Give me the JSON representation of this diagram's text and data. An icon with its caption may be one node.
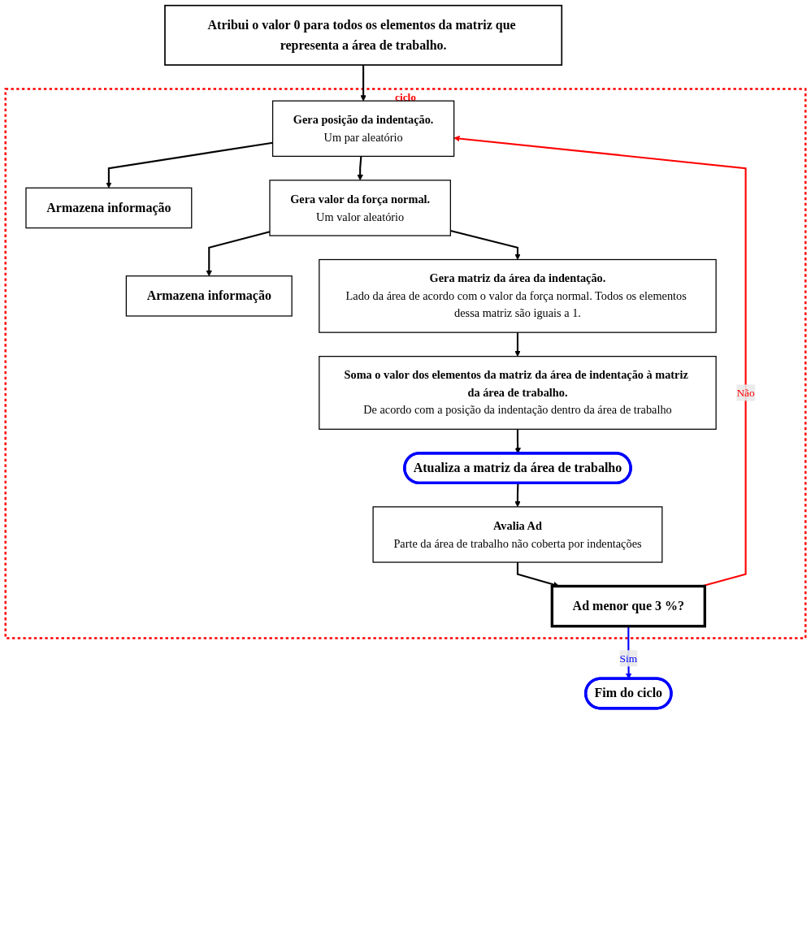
{
  "diagram": {
    "nodes": [
      {
        "text": [
          "Atribui o valor 0 para todos os elementos da matriz que representa a área de trabalho."
        ]
      },
      {
        "text": [
          "ciclo"
        ]
      },
      {
        "text": [
          "Gera posição da indentação.",
          "Um par aleatório"
        ],
        "in": 1
      },
      {
        "text": [
          "Armazena informação"
        ],
        "in": 1
      },
      {
        "text": [
          "Gera valor da força normal.",
          "Um valor aleatório"
        ],
        "in": 1
      },
      {
        "text": [
          "Armazena informação"
        ],
        "in": 1
      },
      {
        "text": [
          "Gera matriz da área da indentação.",
          "Lado da área de acordo com o valor da força normal. Todos os elementos dessa matriz são iguais a 1."
        ],
        "in": 1
      },
      {
        "text": [
          "Soma o valor dos elementos da matriz da área de indentação à matriz da área de trabalho.",
          "De acordo com a posição da indentação dentro da área de trabalho"
        ],
        "in": 1
      },
      {
        "text": [
          "Atualiza a matriz da área de trabalho"
        ],
        "in": 1
      },
      {
        "text": [
          "Avalia Ad",
          "Parte da área de trabalho não coberta por indentações"
        ],
        "in": 1
      },
      {
        "text": [
          "Ad menor que 3 %?"
        ],
        "in": 1
      },
      {
        "text": [
          "Fim do ciclo"
        ]
      }
    ],
    "edges": [
      {
        "from": 0,
        "to": 2,
        "arrow": "to"
      },
      {
        "from": 2,
        "to": 3,
        "arrow": "to"
      },
      {
        "from": 2,
        "to": 4,
        "arrow": "to"
      },
      {
        "from": 4,
        "to": 5,
        "arrow": "to"
      },
      {
        "from": 4,
        "to": 6,
        "arrow": "to"
      },
      {
        "from": 6,
        "to": 7,
        "arrow": "to"
      },
      {
        "from": 7,
        "to": 8,
        "arrow": "to"
      },
      {
        "from": 8,
        "to": 9,
        "arrow": "to"
      },
      {
        "from": 9,
        "to": 10,
        "arrow": "to"
      },
      {
        "from": 10,
        "to": 2,
        "arrow": "to",
        "label": "Não",
        "color": "#ff0000"
      },
      {
        "from": 10,
        "to": 11,
        "arrow": "to",
        "label": "Sim",
        "color": "#0000ff"
      }
    ]
  }
}
